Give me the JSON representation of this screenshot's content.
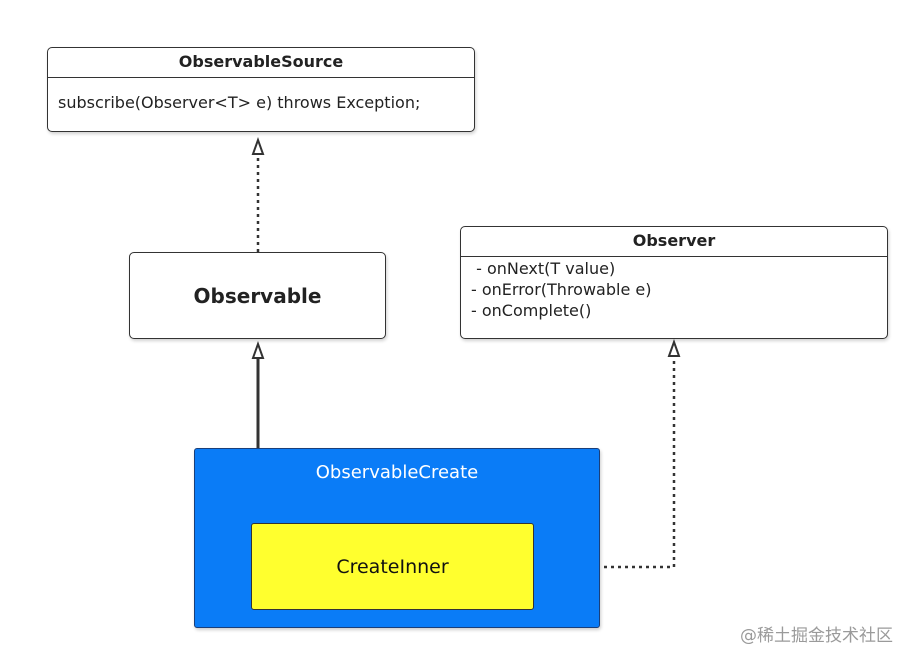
{
  "observable_source": {
    "title": "ObservableSource",
    "method": "subscribe(Observer<T> e) throws Exception;"
  },
  "observable": {
    "title": "Observable"
  },
  "observer": {
    "title": "Observer",
    "methods": [
      " - onNext(T value)",
      "- onError(Throwable e)",
      "- onComplete()"
    ]
  },
  "observable_create": {
    "title": "ObservableCreate",
    "color": "#0a7cf7"
  },
  "create_inner": {
    "title": "CreateInner",
    "color": "#ffff2e"
  },
  "watermark": {
    "text": "@稀土掘金技术社区"
  }
}
